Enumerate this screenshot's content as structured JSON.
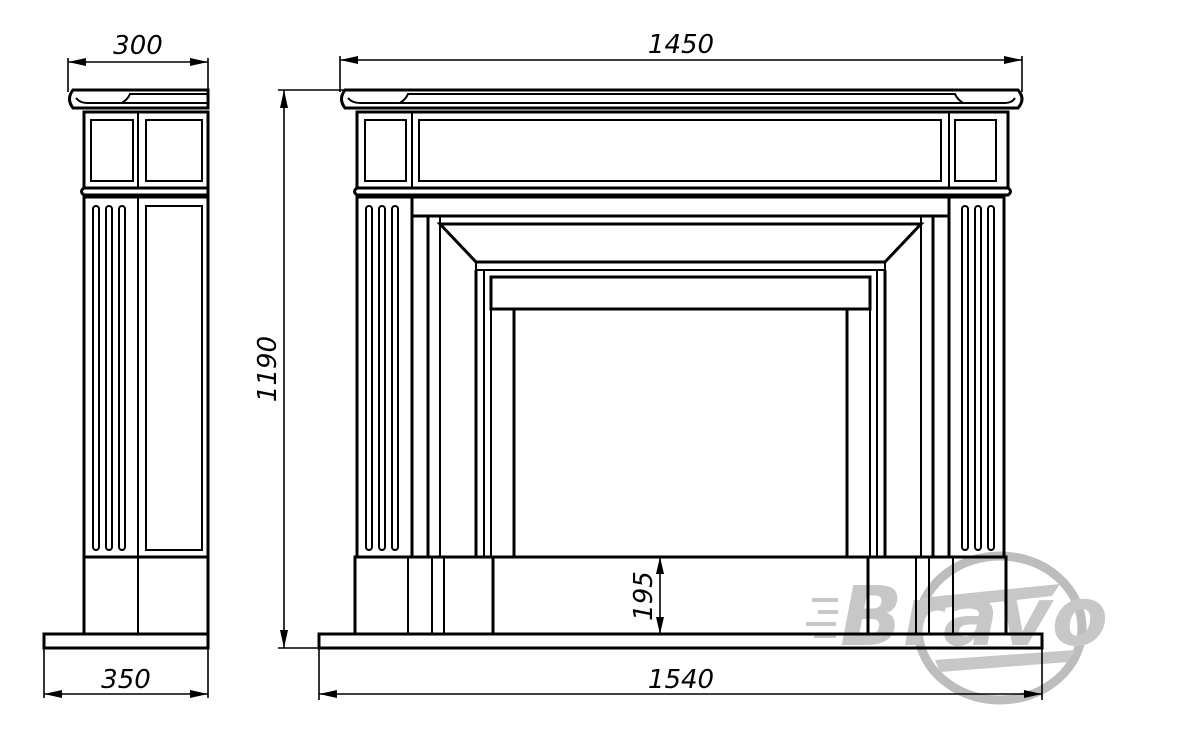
{
  "dimensions": {
    "side_top_depth": "300",
    "side_base_depth": "350",
    "front_top_width": "1450",
    "front_base_width": "1540",
    "overall_height": "1190",
    "base_height": "195"
  },
  "watermark": {
    "text": "Bravo",
    "color": "#c7c7c7"
  },
  "colors": {
    "line": "#000000",
    "background": "#ffffff"
  }
}
